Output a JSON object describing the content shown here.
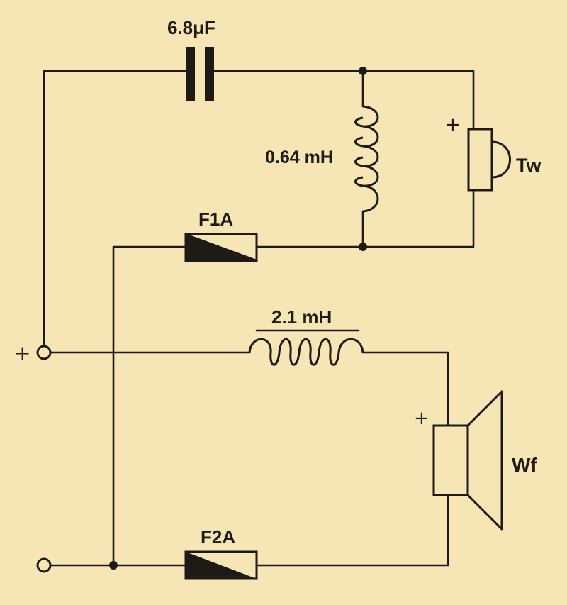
{
  "labels": {
    "capacitor": "6.8μF",
    "tweeter_inductor": "0.64 mH",
    "tweeter": "Tw",
    "fuse1": "F1A",
    "woofer_inductor": "2.1 mH",
    "woofer": "Wf",
    "fuse2": "F2A",
    "plus_input": "+",
    "plus_tweeter": "+",
    "plus_woofer": "+"
  },
  "colors": {
    "background": "#f6e6b5",
    "ink": "#1e1a16",
    "component_fill": "#f6e6b5"
  }
}
